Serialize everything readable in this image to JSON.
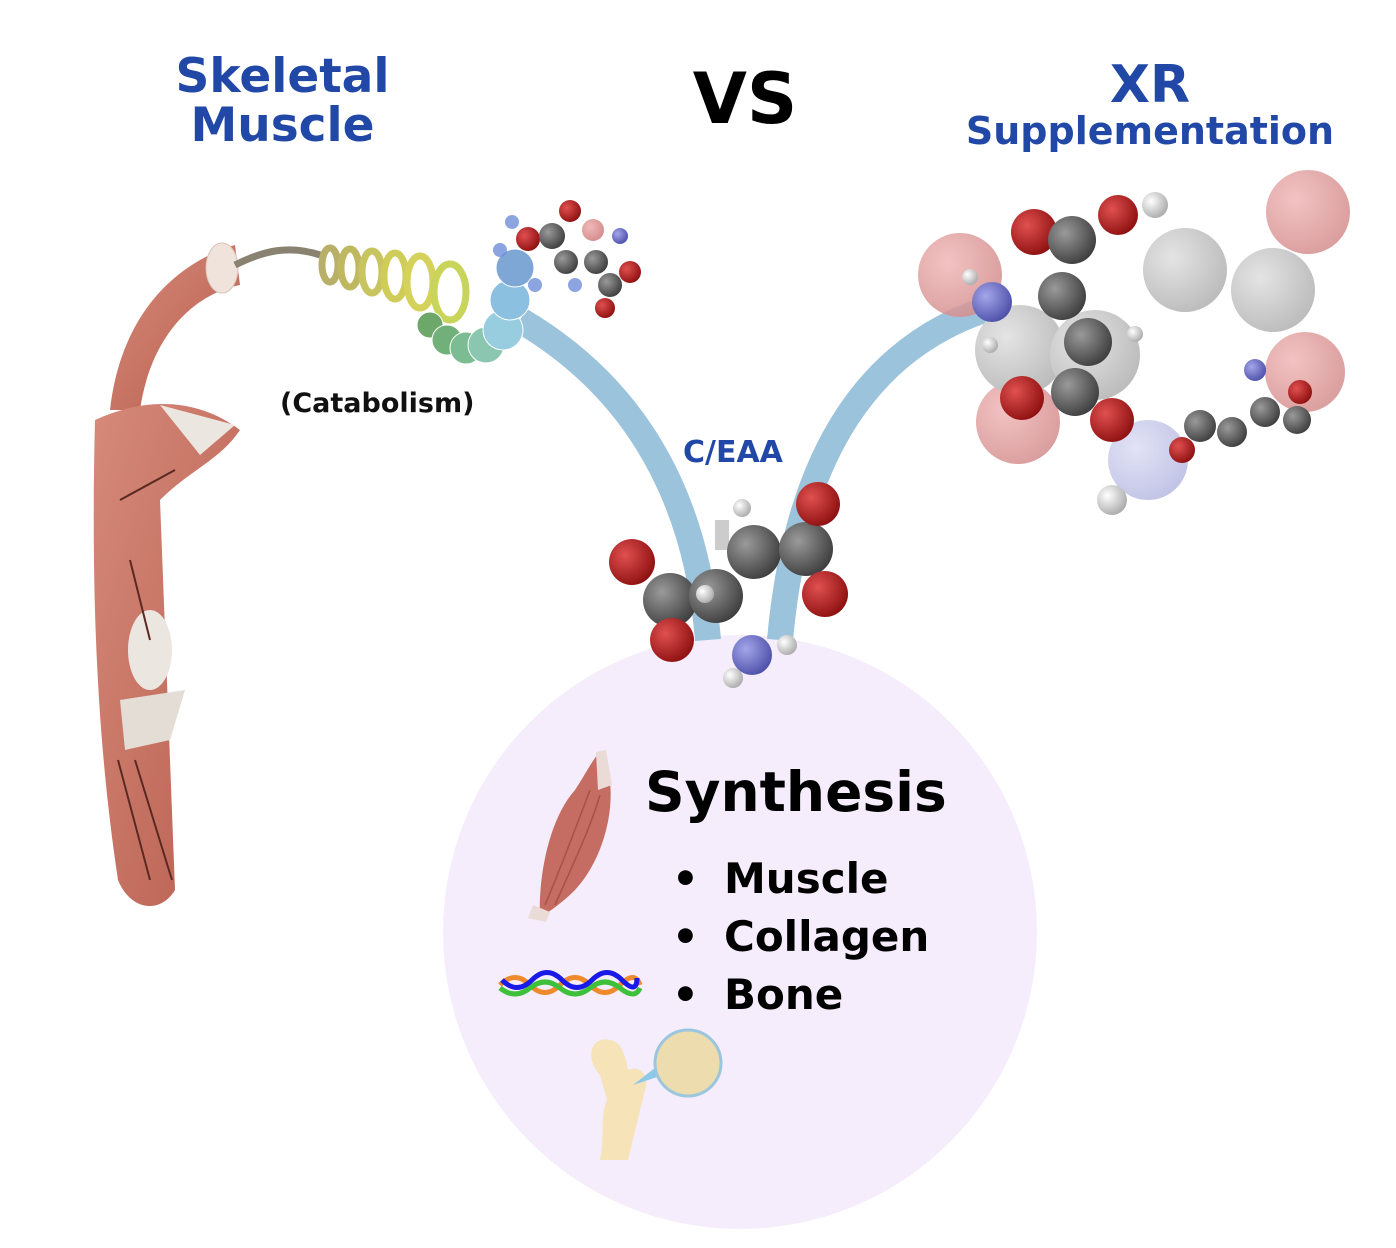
{
  "header": {
    "left_title": "Skeletal Muscle",
    "left_title_line1": "Skeletal",
    "left_title_line2": "Muscle",
    "center": "VS",
    "right_title_line1": "XR",
    "right_title_line2": "Supplementation"
  },
  "labels": {
    "catabolism": "(Catabolism)",
    "amino_acids": "C/EAA"
  },
  "synthesis": {
    "title": "Synthesis",
    "items": [
      "Muscle",
      "Collagen",
      "Bone"
    ]
  },
  "icons": [
    "skeletal-muscle-arm-illustration",
    "protein-helix-icon",
    "amino-acid-molecule-icon",
    "muscle-fiber-icon",
    "collagen-triple-helix-icon",
    "femur-bone-icon"
  ],
  "colors": {
    "title_blue": "#2148a6",
    "pathway_blue": "#9cc3dc",
    "synthesis_circle": "#f5edfc",
    "oxygen_red": "#c01d1d",
    "carbon_gray": "#555555",
    "nitrogen_blue": "#6f72c8"
  }
}
